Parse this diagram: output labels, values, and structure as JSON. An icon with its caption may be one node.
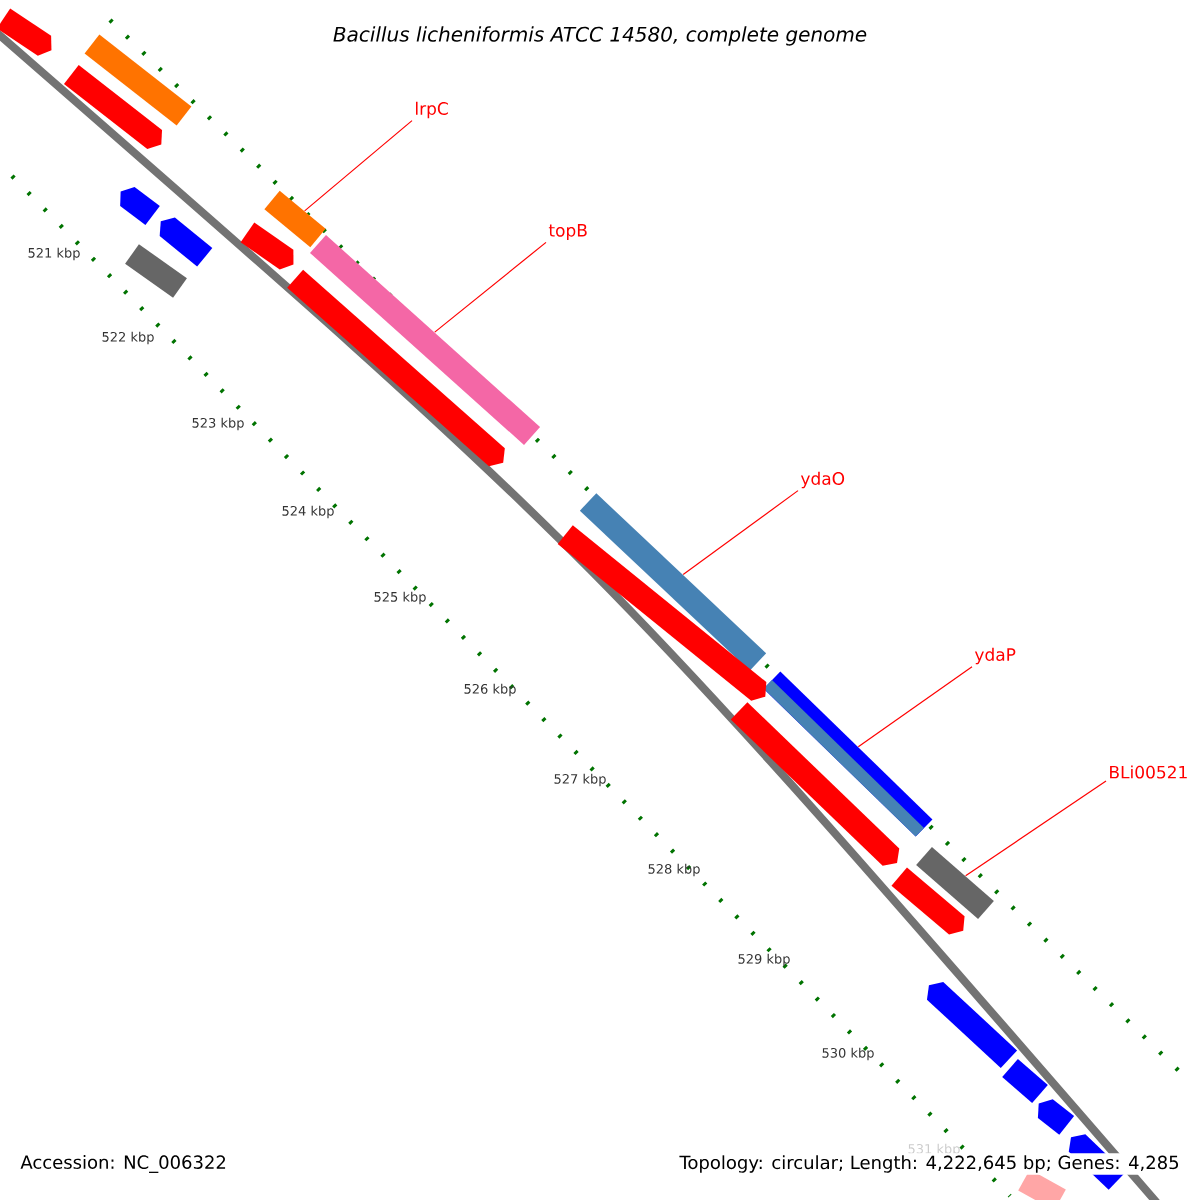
{
  "diagram": {
    "title": "Bacillus licheniformis ATCC 14580, complete genome",
    "nodes": [
      {
        "text": [
          "lrpC"
        ]
      },
      {
        "text": [
          "topB"
        ]
      },
      {
        "text": [
          "ydaO"
        ]
      },
      {
        "text": [
          "ydaP"
        ]
      },
      {
        "text": [
          "BLi00521"
        ]
      },
      {
        "text": [],
        "shape": "bar"
      },
      {
        "text": [],
        "shape": "bar"
      },
      {
        "text": [],
        "shape": "bar"
      },
      {
        "text": [],
        "shape": "bar"
      },
      {
        "text": [],
        "shape": "bar"
      },
      {
        "text": [],
        "shape": "arrow"
      },
      {
        "text": [],
        "shape": "bar"
      },
      {
        "text": [],
        "shape": "arrow"
      },
      {
        "text": [],
        "shape": "arrow"
      },
      {
        "text": [],
        "shape": "arrow"
      },
      {
        "text": [],
        "shape": "arrow"
      },
      {
        "text": [],
        "shape": "arrow"
      },
      {
        "text": [],
        "shape": "arrow"
      },
      {
        "text": [],
        "shape": "arrow"
      },
      {
        "text": [],
        "shape": "arrow"
      },
      {
        "text": [],
        "shape": "bar"
      },
      {
        "text": [],
        "shape": "arrow"
      },
      {
        "text": [],
        "shape": "bar"
      },
      {
        "text": [],
        "shape": "arrow"
      },
      {
        "text": [],
        "shape": "arrow"
      },
      {
        "text": [],
        "shape": "bar"
      }
    ],
    "edges": [
      {
        "from": 0,
        "to": 5,
        "arrow": "none"
      },
      {
        "from": 1,
        "to": 6,
        "arrow": "none"
      },
      {
        "from": 2,
        "to": 7,
        "arrow": "none"
      },
      {
        "from": 3,
        "to": 8,
        "arrow": "none"
      },
      {
        "from": 4,
        "to": 9,
        "arrow": "none"
      }
    ],
    "labels": [
      "521 kbp",
      "522 kbp",
      "523 kbp",
      "524 kbp",
      "525 kbp",
      "526 kbp",
      "527 kbp",
      "528 kbp",
      "529 kbp",
      "530 kbp",
      "531 kbp",
      "Accession: NC_006322",
      "Topology: circular; Length: 4,222,645 bp; Genes: 4,285"
    ]
  }
}
